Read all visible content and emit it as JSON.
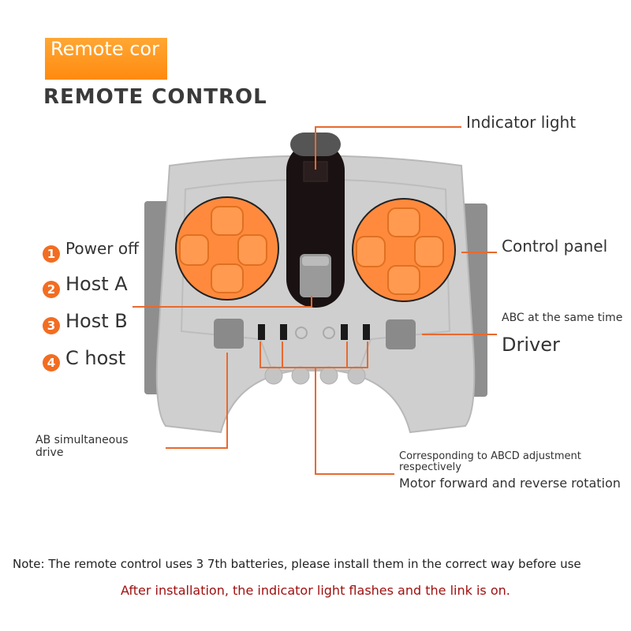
{
  "header": {
    "banner_text": "Remote cor",
    "title": "REMOTE CONTROL"
  },
  "colors": {
    "accent": "#f26d21",
    "leader": "#e8692f",
    "note_red": "#a01010",
    "body_gray": "#c8c8c8",
    "button_orange": "#ff8a3d"
  },
  "legend": [
    {
      "num": "1",
      "label": "Power off"
    },
    {
      "num": "2",
      "label": "Host A"
    },
    {
      "num": "3",
      "label": "Host B"
    },
    {
      "num": "4",
      "label": "C host"
    }
  ],
  "callouts": {
    "indicator": "Indicator light",
    "control_panel": "Control panel",
    "abc_same_time": "ABC at the same time",
    "driver": "Driver",
    "ab_simultaneous": "AB simultaneous",
    "ab_drive": "drive",
    "corresponding": "Corresponding to ABCD adjustment",
    "respectively": "respectively",
    "motor": "Motor forward and reverse rotation"
  },
  "notes": {
    "batteries": "Note: The remote control uses 3 7th batteries, please install them in the correct way before use",
    "indicator": "After installation, the indicator light flashes and the link is on."
  }
}
